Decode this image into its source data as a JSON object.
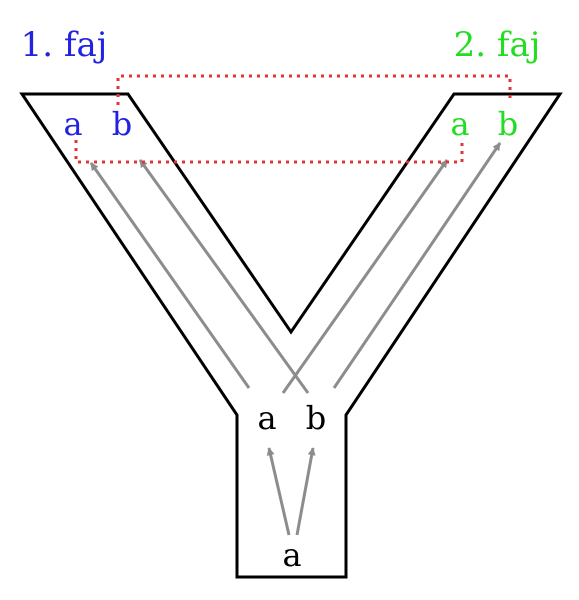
{
  "colors": {
    "outline": "#000000",
    "arrow": "#8c8c8c",
    "link": "#e53333",
    "species1": "#2222e0",
    "species2": "#22dd22",
    "ancestor": "#000000",
    "background": "#ffffff"
  },
  "species": [
    {
      "title": "1. faj",
      "genes": [
        "a",
        "b"
      ]
    },
    {
      "title": "2. faj",
      "genes": [
        "a",
        "b"
      ]
    }
  ],
  "duplication": {
    "genes": [
      "a",
      "b"
    ]
  },
  "ancestor": {
    "gene": "a"
  },
  "links": [
    {
      "name": "species-pair-link",
      "from": "1. faj b",
      "to": "2. faj b"
    },
    {
      "name": "gene-a-link",
      "from": "1. faj a",
      "to": "2. faj a"
    }
  ]
}
